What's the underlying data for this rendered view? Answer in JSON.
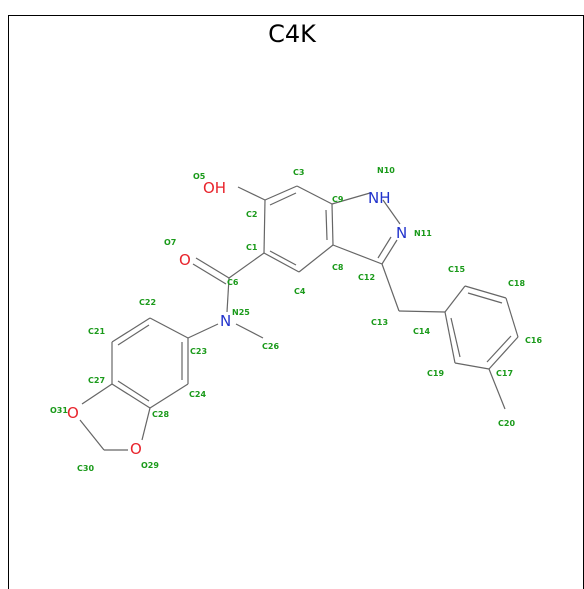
{
  "title": "C4K",
  "colors": {
    "bond": "#666666",
    "label": "#1a9a1a",
    "oxygen": "#e8232b",
    "nitrogen": "#2233cc"
  },
  "atoms": {
    "oh": "OH",
    "o_carbonyl": "O",
    "n_amide": "N",
    "nh": "NH",
    "n_pyrazole": "N",
    "o_ring_left": "O",
    "o_ring_bottom": "O"
  },
  "labels": {
    "O5": "O5",
    "C3": "C3",
    "N10": "N10",
    "C2": "C2",
    "C9": "C9",
    "N11": "N11",
    "O7": "O7",
    "C1": "C1",
    "C8": "C8",
    "C12": "C12",
    "C15": "C15",
    "C18": "C18",
    "C6": "C6",
    "C4": "C4",
    "C22": "C22",
    "N25": "N25",
    "C13": "C13",
    "C14": "C14",
    "C21": "C21",
    "C23": "C23",
    "C26": "C26",
    "C16": "C16",
    "C27": "C27",
    "C19": "C19",
    "C17": "C17",
    "O31": "O31",
    "C24": "C24",
    "C28": "C28",
    "C20": "C20",
    "C30": "C30",
    "O29": "O29"
  }
}
